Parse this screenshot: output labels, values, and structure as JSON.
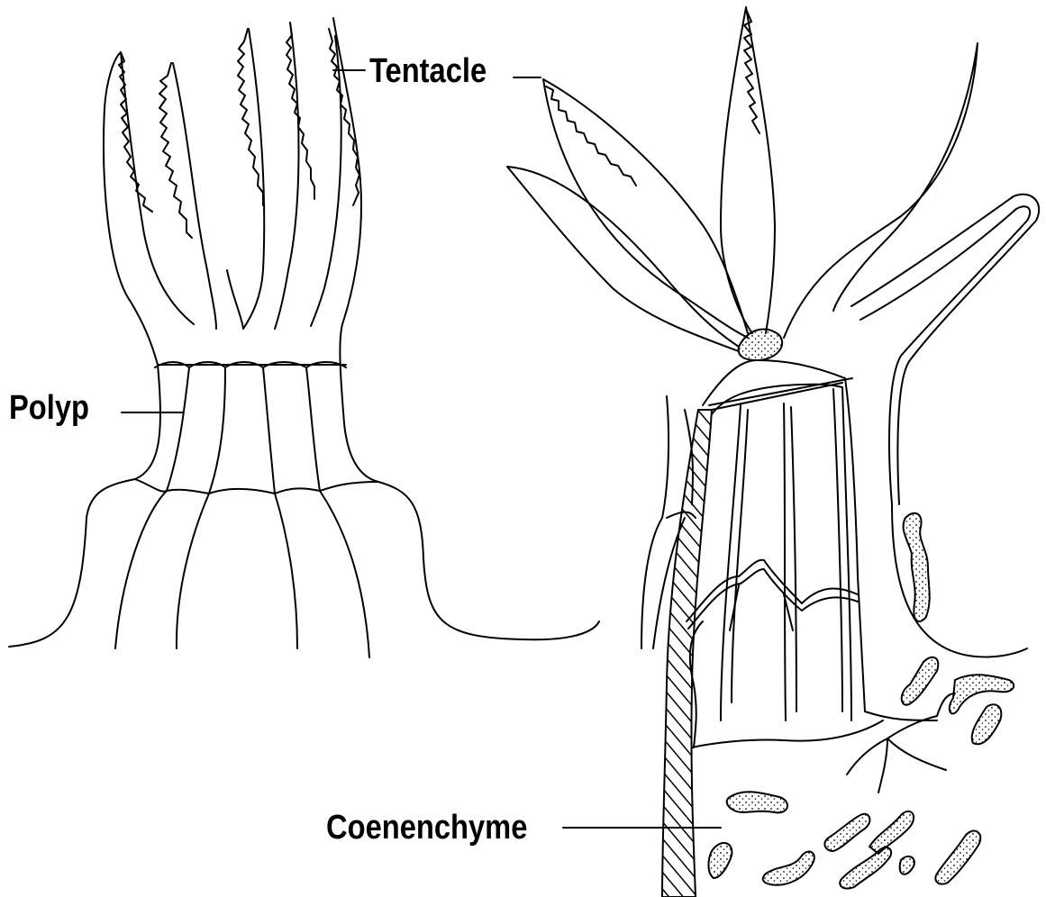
{
  "labels": {
    "tentacle": "Tentacle",
    "polyp": "Polyp",
    "coenenchyme": "Coenenchyme"
  },
  "colors": {
    "ink": "#000000",
    "background": "#ffffff"
  }
}
